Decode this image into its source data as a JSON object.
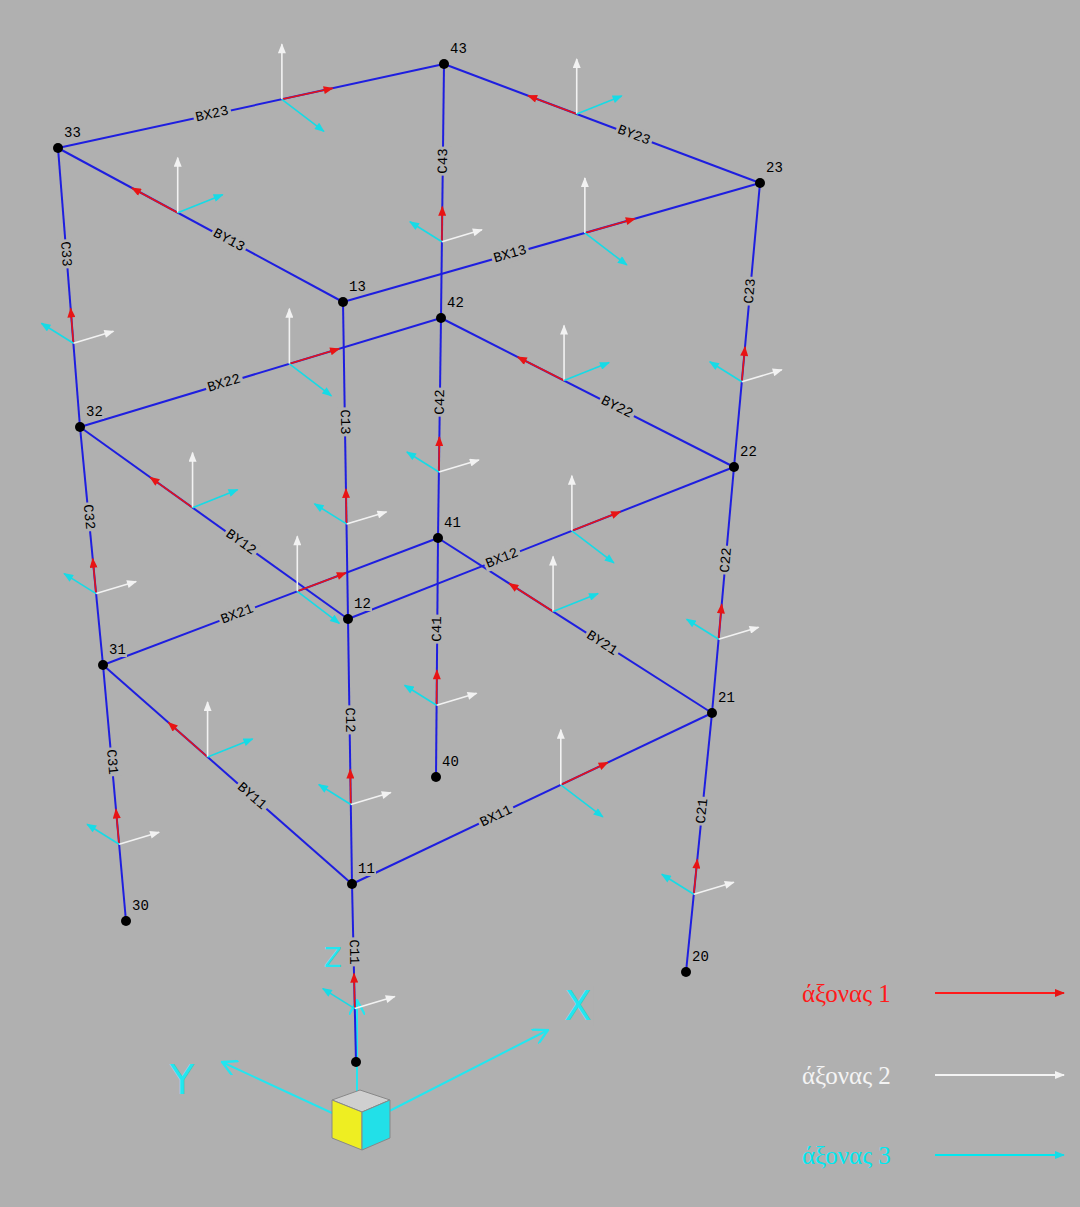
{
  "diagram": {
    "labels": [
      "11",
      "12",
      "13",
      "20",
      "21",
      "22",
      "23",
      "30",
      "31",
      "32",
      "33",
      "40",
      "41",
      "42",
      "43",
      "C11",
      "C12",
      "C13",
      "C21",
      "C22",
      "C23",
      "C31",
      "C32",
      "C33",
      "C41",
      "C42",
      "C43",
      "BX11",
      "BX12",
      "BX13",
      "BX21",
      "BX22",
      "BX23",
      "BY11",
      "BY12",
      "BY13",
      "BY21",
      "BY22",
      "BY23",
      "X",
      "Y",
      "Z"
    ],
    "legend": [
      {
        "text": "άξονας 1"
      },
      {
        "text": "άξονας 2"
      },
      {
        "text": "άξονας 3"
      }
    ]
  }
}
